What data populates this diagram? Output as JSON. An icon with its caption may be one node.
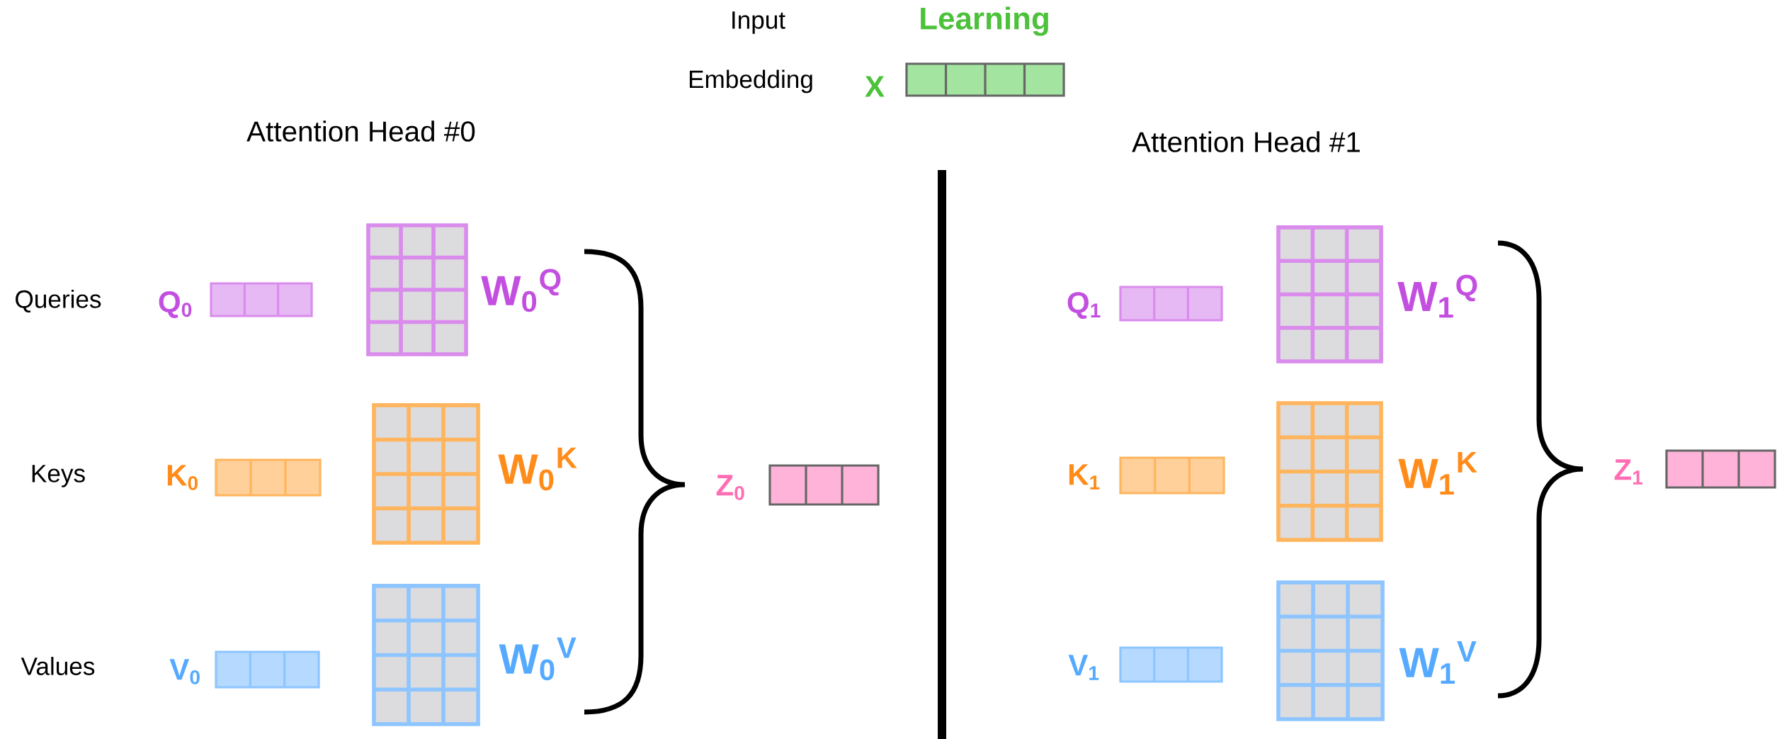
{
  "diagram": {
    "nodes": [
      {
        "text": [],
        "shape": "bar",
        "beside": [
          "X"
        ]
      },
      {
        "text": [],
        "shape": "bar",
        "beside": [
          "Q$_{0}$"
        ]
      },
      {
        "text": [],
        "shape": "box",
        "beside": [
          "W$_{0}$$^{Q}$"
        ]
      },
      {
        "text": [],
        "shape": "bar",
        "beside": [
          "K$_{0}$"
        ]
      },
      {
        "text": [],
        "shape": "box",
        "beside": [
          "W$_{0}$$^{K}$"
        ]
      },
      {
        "text": [],
        "shape": "bar",
        "beside": [
          "V$_{0}$"
        ]
      },
      {
        "text": [],
        "shape": "box",
        "beside": [
          "W$_{0}$$^{V}$"
        ]
      },
      {
        "text": [],
        "shape": "bar",
        "beside": [
          "Z$_{0}$"
        ]
      },
      {
        "text": [],
        "shape": "bar",
        "beside": [
          "Q$_{1}$"
        ]
      },
      {
        "text": [],
        "shape": "box",
        "beside": [
          "W$_{1}$$^{Q}$"
        ]
      },
      {
        "text": [],
        "shape": "bar",
        "beside": [
          "K$_{1}$"
        ]
      },
      {
        "text": [],
        "shape": "box",
        "beside": [
          "W$_{1}$$^{K}$"
        ]
      },
      {
        "text": [],
        "shape": "bar",
        "beside": [
          "V$_{1}$"
        ]
      },
      {
        "text": [],
        "shape": "box",
        "beside": [
          "W$_{1}$$^{V}$"
        ]
      },
      {
        "text": [],
        "shape": "bar",
        "beside": [
          "Z$_{1}$"
        ]
      }
    ],
    "labels": [
      "Input",
      "Learning",
      "Embedding",
      "Attention Head #0",
      "Attention Head #1",
      "Queries",
      "Keys",
      "Values"
    ]
  }
}
